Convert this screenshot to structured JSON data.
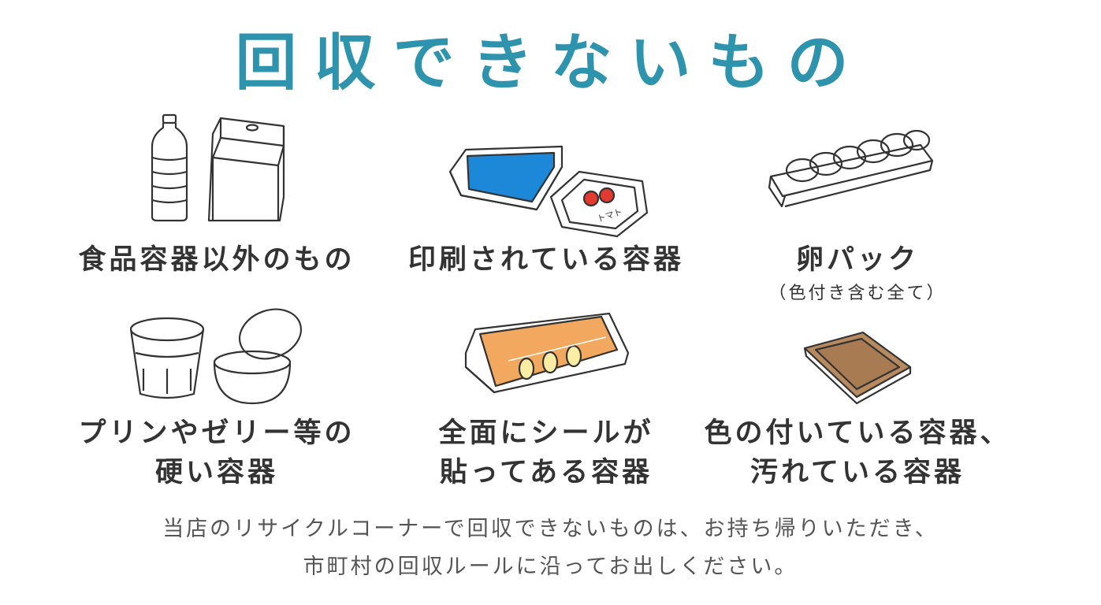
{
  "title": "回収できないもの",
  "items": [
    {
      "line1": "食品容器以外のもの"
    },
    {
      "line1": "印刷されている容器"
    },
    {
      "line1": "卵パック",
      "note": "（色付き含む全て）"
    },
    {
      "line1": "プリンやゼリー等の",
      "line2": "硬い容器"
    },
    {
      "line1": "全面にシールが",
      "line2": "貼ってある容器"
    },
    {
      "line1": "色の付いている容器、",
      "line2": "汚れている容器"
    }
  ],
  "tomato_label": "トマト",
  "footer": {
    "line1": "当店のリサイクルコーナーで回収できないものは、お持ち帰りいただき、",
    "line2": "市町村の回収ルールに沿ってお出しください。"
  },
  "colors": {
    "title": "#2e93ad",
    "print_blue": "#1e88d8",
    "sticker_orange": "#f2a85e",
    "egg_yellow": "#fbeea4",
    "brown_tray": "#b88a5f",
    "tomato_red": "#e23a2e"
  }
}
